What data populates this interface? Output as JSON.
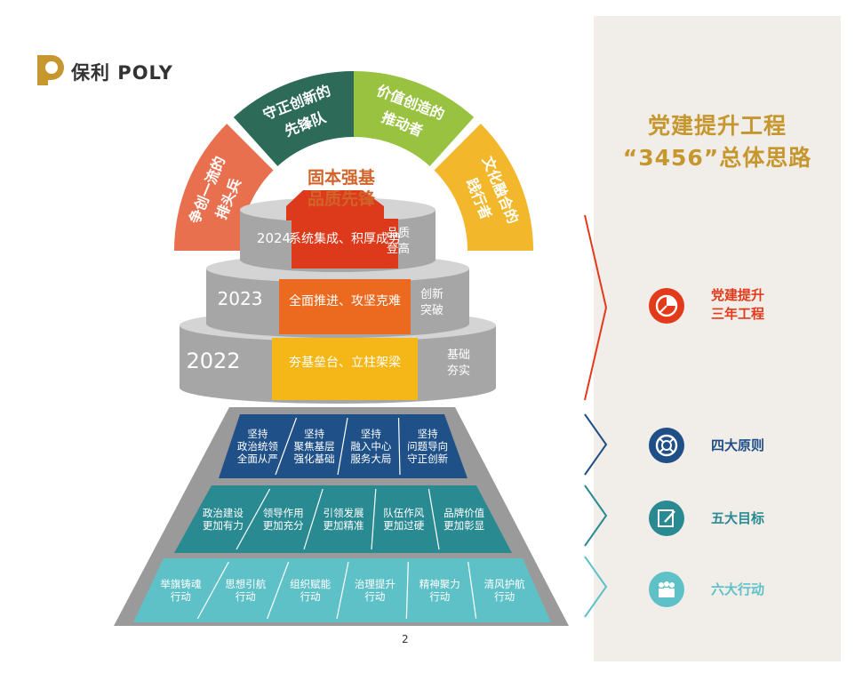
{
  "logo": {
    "text": "保利 POLY"
  },
  "side_panel": {
    "title_line1": "党建提升工程",
    "title_line2": "“3456”总体思路",
    "items": [
      {
        "label_line1": "党建提升",
        "label_line2": "三年工程",
        "icon": "pie-chart-icon",
        "color": "#e33a1c"
      },
      {
        "label_line1": "四大原则",
        "label_line2": "",
        "icon": "life-ring-icon",
        "color": "#1f4f86"
      },
      {
        "label_line1": "五大目标",
        "label_line2": "",
        "icon": "pen-note-icon",
        "color": "#2a8a92"
      },
      {
        "label_line1": "六大行动",
        "label_line2": "",
        "icon": "people-icon",
        "color": "#5fc1c8"
      }
    ]
  },
  "arc_segments": [
    {
      "line1": "争创一流的",
      "line2": "排头兵",
      "color": "#e8704f"
    },
    {
      "line1": "守正创新的",
      "line2": "先锋队",
      "color": "#2d6b58"
    },
    {
      "line1": "价值创造的",
      "line2": "推动者",
      "color": "#98c23f"
    },
    {
      "line1": "文化融合的",
      "line2": "践行者",
      "color": "#f2b72b"
    }
  ],
  "center_title": {
    "line1": "固本强基",
    "line2": "品质先锋"
  },
  "tiers": [
    {
      "year": "2024",
      "text": "系统集成、积厚成势",
      "side_line1": "品质",
      "side_line2": "登高",
      "color": "#dc3a1b"
    },
    {
      "year": "2023",
      "text": "全面推进、攻坚克难",
      "side_line1": "创新",
      "side_line2": "突破",
      "color": "#ec6a1f"
    },
    {
      "year": "2022",
      "text": "夯基垒台、立柱架梁",
      "side_line1": "基础",
      "side_line2": "夯实",
      "color": "#f5b617"
    }
  ],
  "principles": [
    {
      "lines": [
        "坚持",
        "政治统领",
        "全面从严"
      ]
    },
    {
      "lines": [
        "坚持",
        "聚焦基层",
        "强化基础"
      ]
    },
    {
      "lines": [
        "坚持",
        "融入中心",
        "服务大局"
      ]
    },
    {
      "lines": [
        "坚持",
        "问题导向",
        "守正创新"
      ]
    }
  ],
  "goals": [
    {
      "lines": [
        "政治建设",
        "更加有力"
      ]
    },
    {
      "lines": [
        "领导作用",
        "更加充分"
      ]
    },
    {
      "lines": [
        "引领发展",
        "更加精准"
      ]
    },
    {
      "lines": [
        "队伍作风",
        "更加过硬"
      ]
    },
    {
      "lines": [
        "品牌价值",
        "更加彰显"
      ]
    }
  ],
  "actions": [
    {
      "lines": [
        "举旗铸魂",
        "行动"
      ]
    },
    {
      "lines": [
        "思想引航",
        "行动"
      ]
    },
    {
      "lines": [
        "组织赋能",
        "行动"
      ]
    },
    {
      "lines": [
        "治理提升",
        "行动"
      ]
    },
    {
      "lines": [
        "精神聚力",
        "行动"
      ]
    },
    {
      "lines": [
        "清风护航",
        "行动"
      ]
    }
  ],
  "page_number": "2",
  "colors": {
    "logo_gold": "#c6972f",
    "row1": "#1f5088",
    "row2": "#2a8a92",
    "row3": "#5fc1c8",
    "base_gray": "#9c9c9c"
  }
}
